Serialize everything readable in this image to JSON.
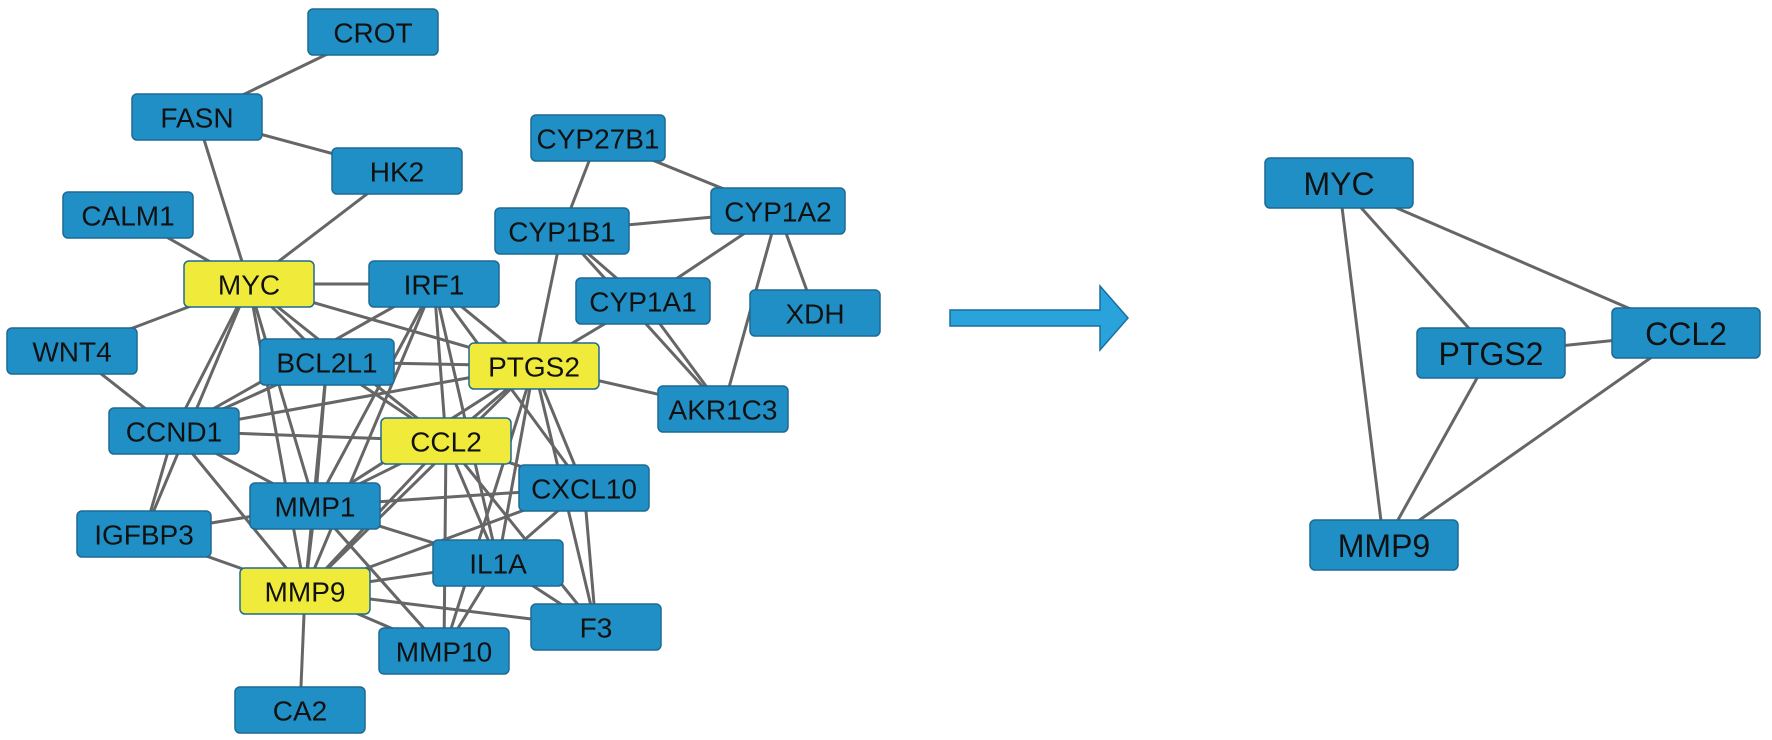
{
  "colors": {
    "node_default": "#1f8fc6",
    "node_highlight": "#f0eb3a",
    "edge": "#666666",
    "arrow": "#2aa2dc"
  },
  "networks": [
    {
      "name": "full-network",
      "nodes": [
        {
          "id": "CROT",
          "label": "CROT",
          "highlight": false
        },
        {
          "id": "FASN",
          "label": "FASN",
          "highlight": false
        },
        {
          "id": "HK2",
          "label": "HK2",
          "highlight": false
        },
        {
          "id": "CALM1",
          "label": "CALM1",
          "highlight": false
        },
        {
          "id": "MYC",
          "label": "MYC",
          "highlight": true
        },
        {
          "id": "IRF1",
          "label": "IRF1",
          "highlight": false
        },
        {
          "id": "WNT4",
          "label": "WNT4",
          "highlight": false
        },
        {
          "id": "BCL2L1",
          "label": "BCL2L1",
          "highlight": false
        },
        {
          "id": "PTGS2",
          "label": "PTGS2",
          "highlight": true
        },
        {
          "id": "CCND1",
          "label": "CCND1",
          "highlight": false
        },
        {
          "id": "CCL2",
          "label": "CCL2",
          "highlight": true
        },
        {
          "id": "MMP1",
          "label": "MMP1",
          "highlight": false
        },
        {
          "id": "CXCL10",
          "label": "CXCL10",
          "highlight": false
        },
        {
          "id": "IGFBP3",
          "label": "IGFBP3",
          "highlight": false
        },
        {
          "id": "IL1A",
          "label": "IL1A",
          "highlight": false
        },
        {
          "id": "MMP9",
          "label": "MMP9",
          "highlight": true
        },
        {
          "id": "F3",
          "label": "F3",
          "highlight": false
        },
        {
          "id": "MMP10",
          "label": "MMP10",
          "highlight": false
        },
        {
          "id": "CA2",
          "label": "CA2",
          "highlight": false
        },
        {
          "id": "CYP27B1",
          "label": "CYP27B1",
          "highlight": false
        },
        {
          "id": "CYP1A2",
          "label": "CYP1A2",
          "highlight": false
        },
        {
          "id": "CYP1B1",
          "label": "CYP1B1",
          "highlight": false
        },
        {
          "id": "CYP1A1",
          "label": "CYP1A1",
          "highlight": false
        },
        {
          "id": "XDH",
          "label": "XDH",
          "highlight": false
        },
        {
          "id": "AKR1C3",
          "label": "AKR1C3",
          "highlight": false
        }
      ],
      "edges": [
        [
          "CROT",
          "FASN"
        ],
        [
          "FASN",
          "HK2"
        ],
        [
          "FASN",
          "MYC"
        ],
        [
          "HK2",
          "MYC"
        ],
        [
          "CALM1",
          "MYC"
        ],
        [
          "MYC",
          "IRF1"
        ],
        [
          "MYC",
          "WNT4"
        ],
        [
          "MYC",
          "PTGS2"
        ],
        [
          "MYC",
          "CCND1"
        ],
        [
          "MYC",
          "BCL2L1"
        ],
        [
          "MYC",
          "CCL2"
        ],
        [
          "MYC",
          "MMP1"
        ],
        [
          "MYC",
          "MMP9"
        ],
        [
          "MYC",
          "IGFBP3"
        ],
        [
          "WNT4",
          "CCND1"
        ],
        [
          "BCL2L1",
          "PTGS2"
        ],
        [
          "BCL2L1",
          "CCND1"
        ],
        [
          "BCL2L1",
          "CCL2"
        ],
        [
          "BCL2L1",
          "MMP1"
        ],
        [
          "BCL2L1",
          "MMP9"
        ],
        [
          "IRF1",
          "CCL2"
        ],
        [
          "IRF1",
          "PTGS2"
        ],
        [
          "IRF1",
          "CXCL10"
        ],
        [
          "IRF1",
          "IL1A"
        ],
        [
          "IRF1",
          "MMP1"
        ],
        [
          "IRF1",
          "CCND1"
        ],
        [
          "IRF1",
          "MMP9"
        ],
        [
          "PTGS2",
          "CCND1"
        ],
        [
          "PTGS2",
          "CCL2"
        ],
        [
          "PTGS2",
          "MMP1"
        ],
        [
          "PTGS2",
          "MMP9"
        ],
        [
          "PTGS2",
          "IL1A"
        ],
        [
          "PTGS2",
          "CXCL10"
        ],
        [
          "PTGS2",
          "F3"
        ],
        [
          "PTGS2",
          "MMP10"
        ],
        [
          "PTGS2",
          "AKR1C3"
        ],
        [
          "PTGS2",
          "CYP1B1"
        ],
        [
          "PTGS2",
          "CYP1A1"
        ],
        [
          "CCND1",
          "CCL2"
        ],
        [
          "CCND1",
          "MMP1"
        ],
        [
          "CCND1",
          "IGFBP3"
        ],
        [
          "CCND1",
          "MMP9"
        ],
        [
          "CCL2",
          "MMP1"
        ],
        [
          "CCL2",
          "MMP9"
        ],
        [
          "CCL2",
          "CXCL10"
        ],
        [
          "CCL2",
          "IL1A"
        ],
        [
          "CCL2",
          "F3"
        ],
        [
          "CCL2",
          "MMP10"
        ],
        [
          "MMP1",
          "CXCL10"
        ],
        [
          "MMP1",
          "IGFBP3"
        ],
        [
          "MMP1",
          "MMP9"
        ],
        [
          "MMP1",
          "IL1A"
        ],
        [
          "MMP1",
          "MMP10"
        ],
        [
          "IGFBP3",
          "MMP9"
        ],
        [
          "MMP9",
          "IL1A"
        ],
        [
          "MMP9",
          "CXCL10"
        ],
        [
          "MMP9",
          "F3"
        ],
        [
          "MMP9",
          "MMP10"
        ],
        [
          "MMP9",
          "CA2"
        ],
        [
          "IL1A",
          "MMP10"
        ],
        [
          "IL1A",
          "CXCL10"
        ],
        [
          "IL1A",
          "F3"
        ],
        [
          "CXCL10",
          "F3"
        ],
        [
          "CYP27B1",
          "CYP1B1"
        ],
        [
          "CYP27B1",
          "CYP1A2"
        ],
        [
          "CYP1B1",
          "CYP1A2"
        ],
        [
          "CYP1B1",
          "CYP1A1"
        ],
        [
          "CYP1B1",
          "AKR1C3"
        ],
        [
          "CYP1A2",
          "XDH"
        ],
        [
          "CYP1A2",
          "CYP1A1"
        ],
        [
          "CYP1A2",
          "AKR1C3"
        ],
        [
          "CYP1A1",
          "AKR1C3"
        ]
      ]
    },
    {
      "name": "core-network",
      "nodes": [
        {
          "id": "MYC",
          "label": "MYC",
          "highlight": false
        },
        {
          "id": "PTGS2",
          "label": "PTGS2",
          "highlight": false
        },
        {
          "id": "CCL2",
          "label": "CCL2",
          "highlight": false
        },
        {
          "id": "MMP9",
          "label": "MMP9",
          "highlight": false
        }
      ],
      "edges": [
        [
          "MYC",
          "PTGS2"
        ],
        [
          "MYC",
          "CCL2"
        ],
        [
          "MYC",
          "MMP9"
        ],
        [
          "PTGS2",
          "CCL2"
        ],
        [
          "PTGS2",
          "MMP9"
        ],
        [
          "CCL2",
          "MMP9"
        ]
      ]
    }
  ]
}
